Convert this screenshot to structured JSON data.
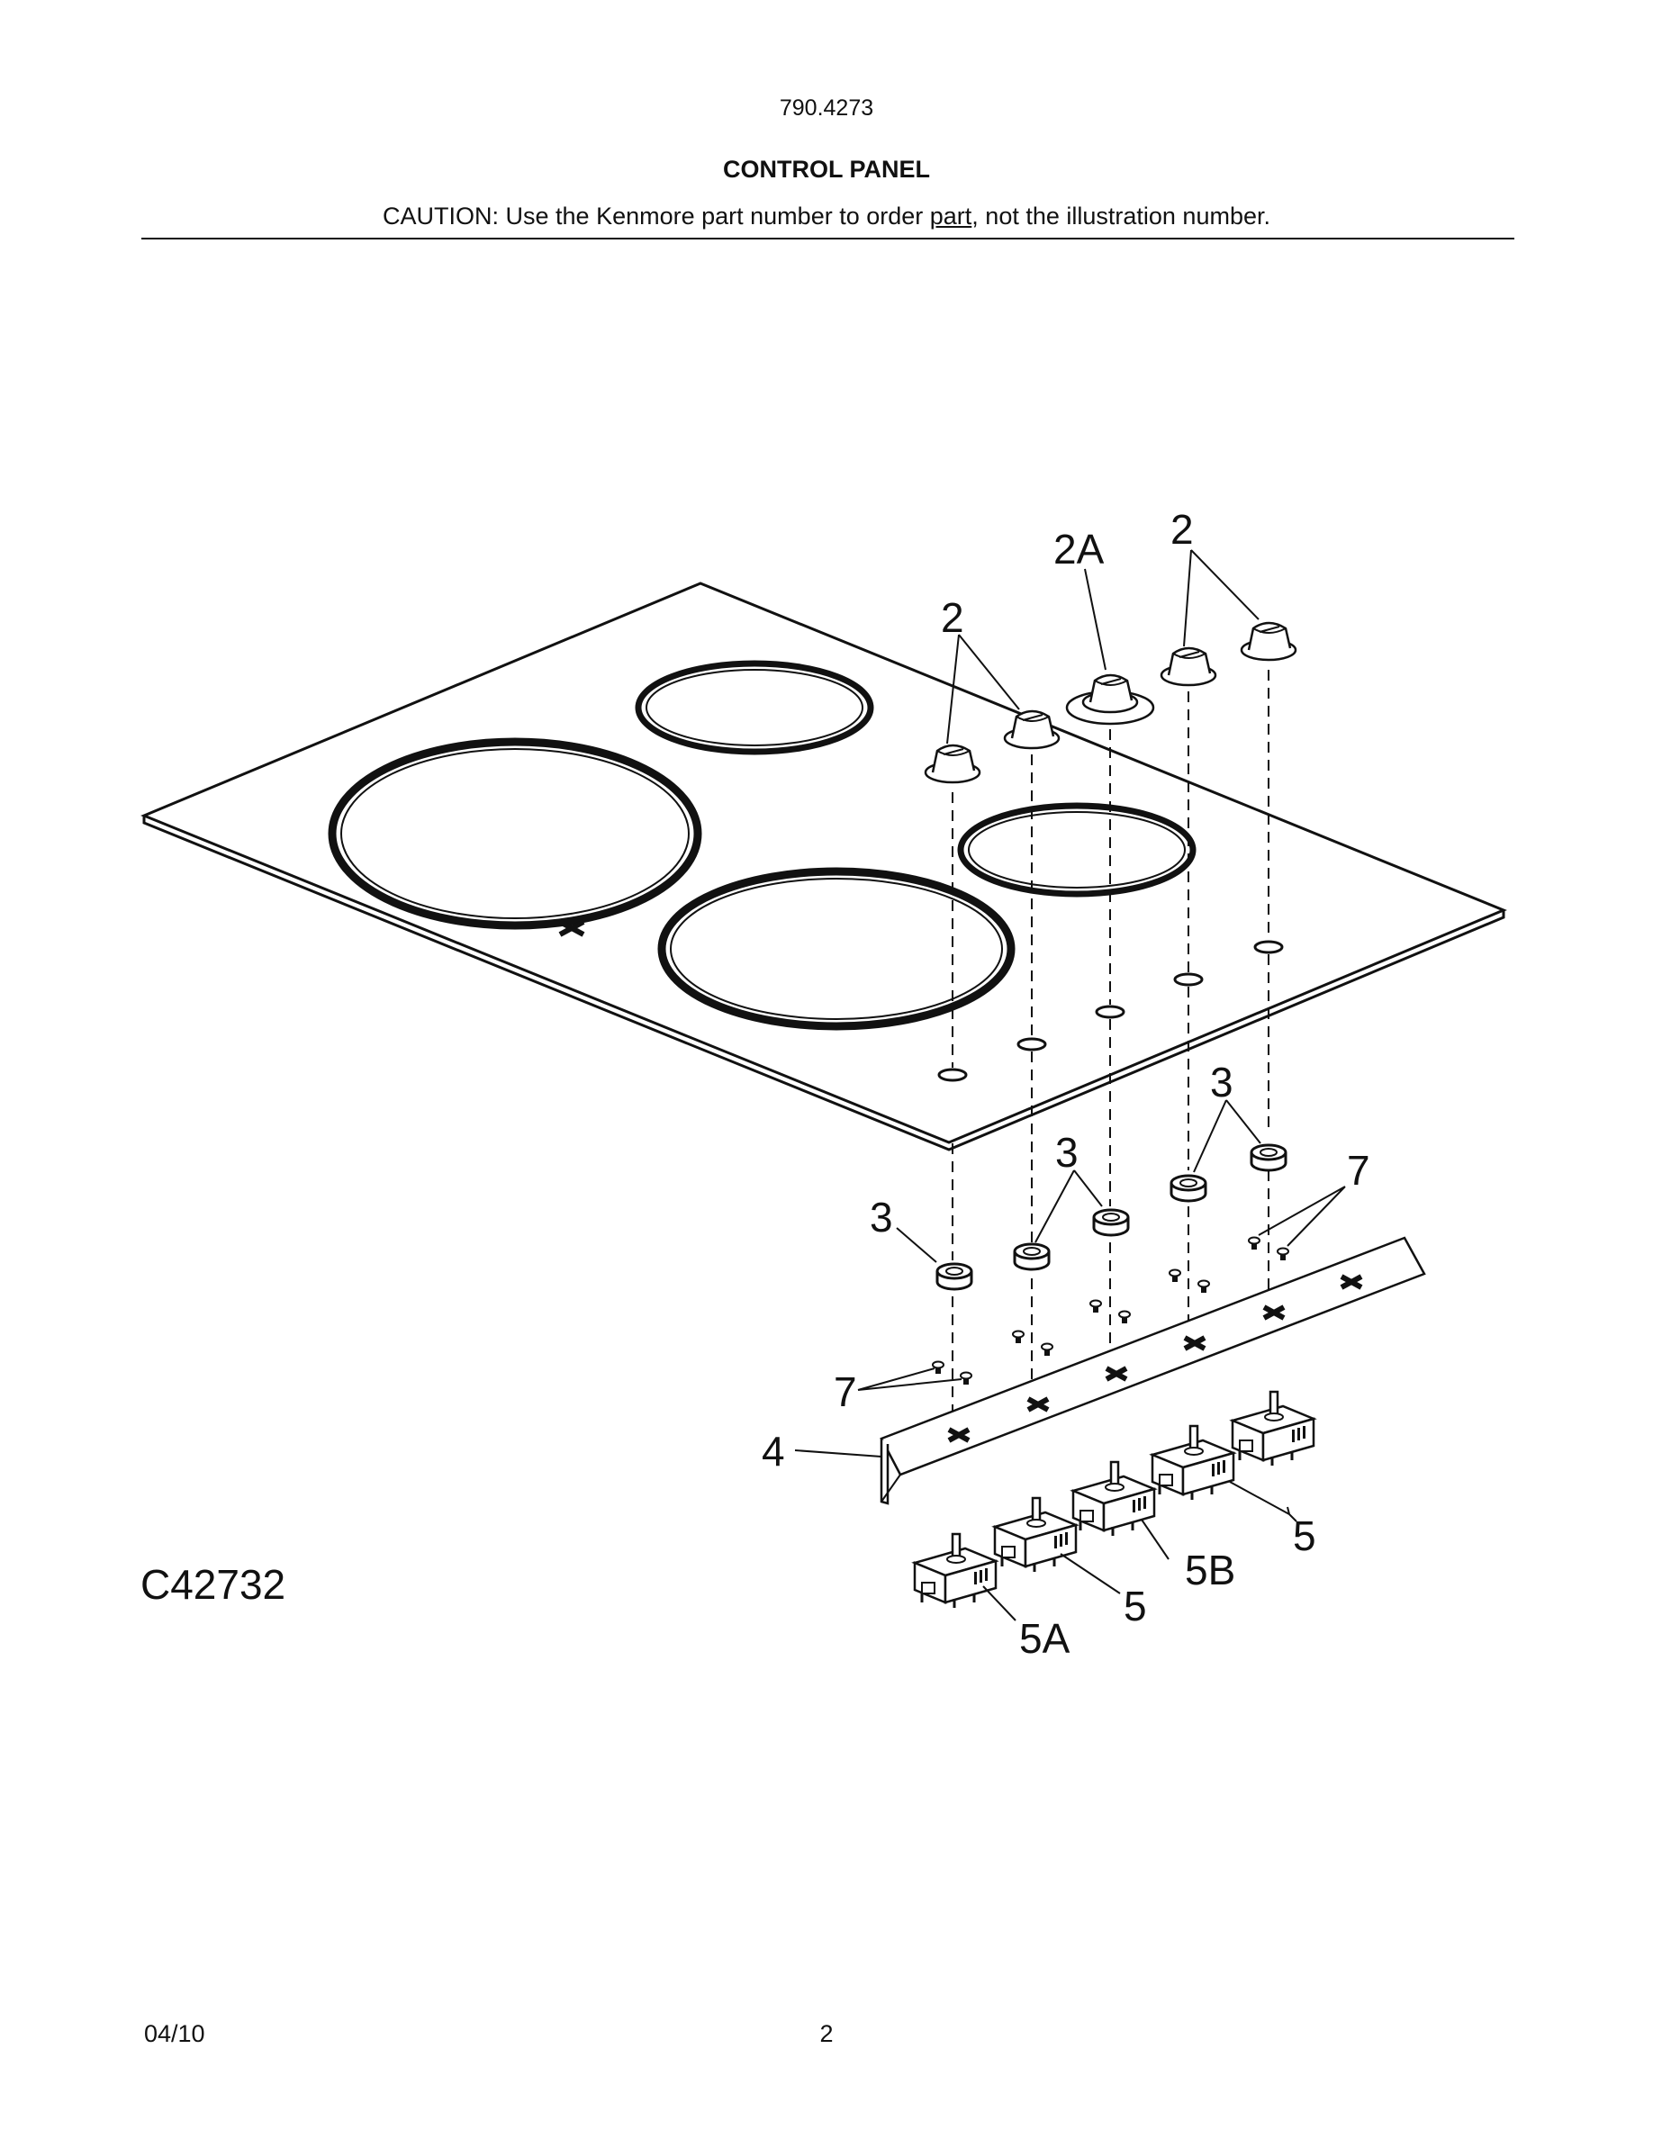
{
  "header": {
    "model_number": "790.4273",
    "section_title": "CONTROL PANEL",
    "caution_before": "CAUTION: Use the Kenmore part number to order ",
    "caution_underlined": "part",
    "caution_after": ", not the illustration number."
  },
  "diagram": {
    "drawing_id": "C42732",
    "callouts": {
      "knob_2_left": "2",
      "knob_2a": "2A",
      "knob_2_right": "2",
      "seal_3_left": "3",
      "seal_3_mid": "3",
      "seal_3_right": "3",
      "screw_7_right": "7",
      "screw_7_left": "7",
      "bracket_4": "4",
      "switch_5_right": "5",
      "switch_5b": "5B",
      "switch_5_mid": "5",
      "switch_5a": "5A"
    }
  },
  "footer": {
    "date": "04/10",
    "page_number": "2"
  }
}
